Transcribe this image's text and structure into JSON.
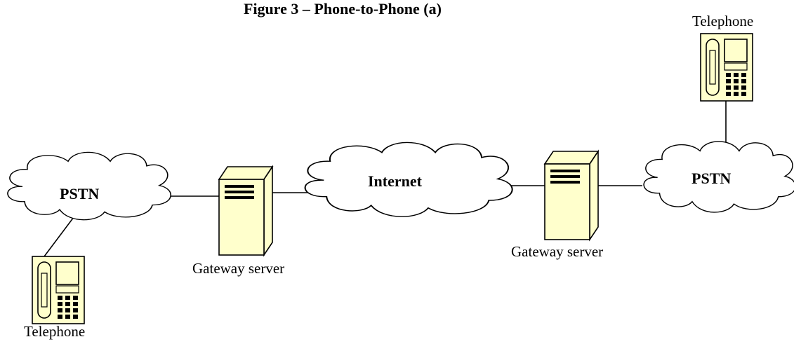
{
  "figure_title": "Figure 3 – Phone-to-Phone (a)",
  "nodes": {
    "pstn_left": {
      "label": "PSTN"
    },
    "internet": {
      "label": "Internet"
    },
    "pstn_right": {
      "label": "PSTN"
    },
    "gateway_left": {
      "label": "Gateway server"
    },
    "gateway_right": {
      "label": "Gateway server"
    },
    "telephone_left": {
      "label": "Telephone"
    },
    "telephone_right": {
      "label": "Telephone"
    }
  },
  "colors": {
    "device_fill": "#ffffcc",
    "stroke": "#000000",
    "background": "#ffffff"
  }
}
